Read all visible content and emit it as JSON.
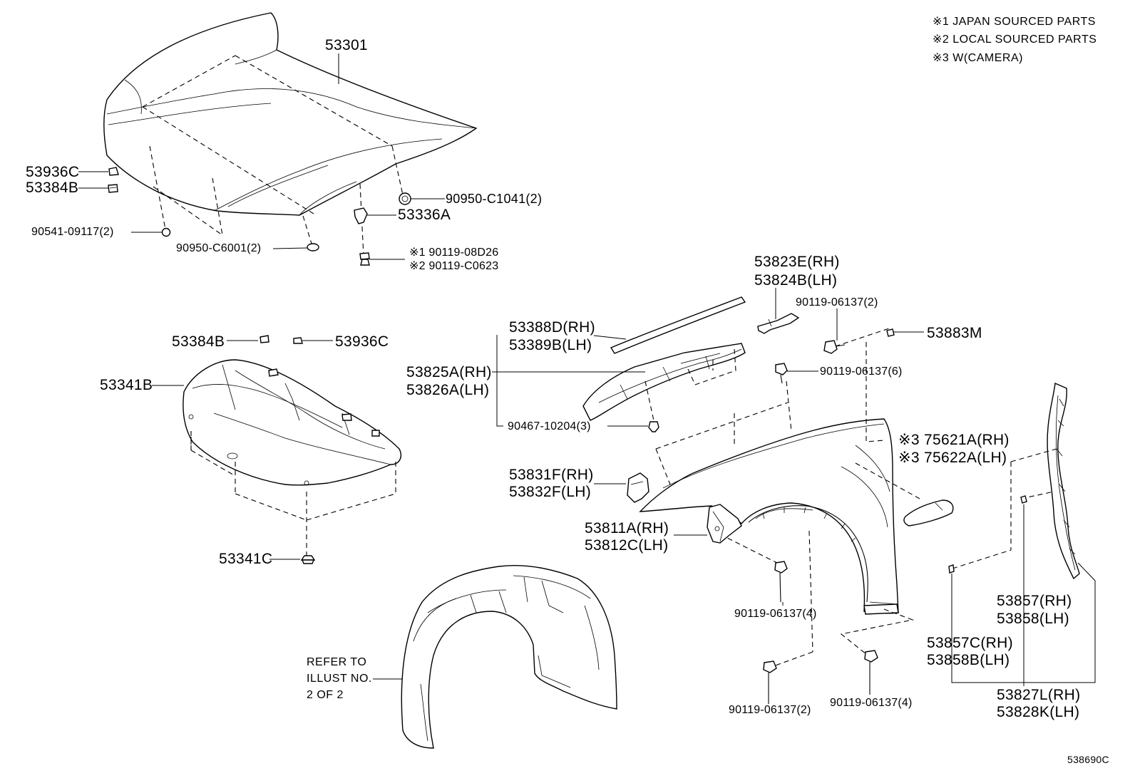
{
  "notes": [
    "※1 JAPAN SOURCED PARTS",
    "※2 LOCAL SOURCED PARTS",
    "※3 W(CAMERA)"
  ],
  "diagram_code": "538690C",
  "refer_note": [
    "REFER TO",
    "ILLUST NO.",
    "2 OF 2"
  ],
  "parts": {
    "p53301": "53301",
    "p53936c_a": "53936C",
    "p53384b_a": "53384B",
    "p90950c1041": "90950-C1041(2)",
    "p53336a": "53336A",
    "p90541": "90541-09117(2)",
    "p90950c6001": "90950-C6001(2)",
    "p08d26": "※1 90119-08D26",
    "pc0623": "※2 90119-C0623",
    "p53384b_b": "53384B",
    "p53936c_b": "53936C",
    "p53341b": "53341B",
    "p53341c": "53341C",
    "p53823e": "53823E(RH)",
    "p53824b": "53824B(LH)",
    "p06137_2a": "90119-06137(2)",
    "p53883m": "53883M",
    "p53388d": "53388D(RH)",
    "p53389b": "53389B(LH)",
    "p06137_6": "90119-06137(6)",
    "p53825a": "53825A(RH)",
    "p53826a": "53826A(LH)",
    "p90467": "90467-10204(3)",
    "p75621a": "※3 75621A(RH)",
    "p75622a": "※3 75622A(LH)",
    "p53831f": "53831F(RH)",
    "p53832f": "53832F(LH)",
    "p53811a": "53811A(RH)",
    "p53812c": "53812C(LH)",
    "p06137_4a": "90119-06137(4)",
    "p53857": "53857(RH)",
    "p53858": "53858(LH)",
    "p53857c": "53857C(RH)",
    "p53858b": "53858B(LH)",
    "p06137_2b": "90119-06137(2)",
    "p06137_4b": "90119-06137(4)",
    "p53827l": "53827L(RH)",
    "p53828k": "53828K(LH)"
  }
}
